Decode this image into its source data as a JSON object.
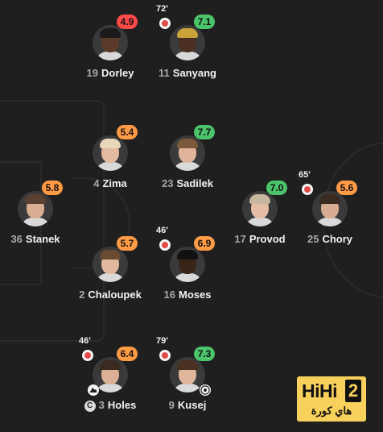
{
  "players": [
    {
      "id": "dorley",
      "number": "19",
      "name": "Dorley",
      "rating": "4.9",
      "rating_color": "#ff4a4a",
      "sub_minute": "",
      "sub": false,
      "captain": false,
      "event": "",
      "skin": "#5b3a2a",
      "hair": "#1a1a1a"
    },
    {
      "id": "sanyang",
      "number": "11",
      "name": "Sanyang",
      "rating": "7.1",
      "rating_color": "#4cc46b",
      "sub_minute": "72'",
      "sub": true,
      "captain": false,
      "event": "",
      "skin": "#4a2e22",
      "hair": "#c9a33a"
    },
    {
      "id": "zima",
      "number": "4",
      "name": "Zima",
      "rating": "5.4",
      "rating_color": "#ff9a45",
      "sub_minute": "",
      "sub": false,
      "captain": false,
      "event": "",
      "skin": "#e3b9a0",
      "hair": "#e7d6b8"
    },
    {
      "id": "sadilek",
      "number": "23",
      "name": "Sadilek",
      "rating": "7.7",
      "rating_color": "#4cc46b",
      "sub_minute": "",
      "sub": false,
      "captain": false,
      "event": "",
      "skin": "#e0b49a",
      "hair": "#7a5a3a"
    },
    {
      "id": "stanek",
      "number": "36",
      "name": "Stanek",
      "rating": "5.8",
      "rating_color": "#ff9a45",
      "sub_minute": "",
      "sub": false,
      "captain": false,
      "event": "",
      "skin": "#d9ad92",
      "hair": "#5a4030"
    },
    {
      "id": "provod",
      "number": "17",
      "name": "Provod",
      "rating": "7.0",
      "rating_color": "#4cc46b",
      "sub_minute": "",
      "sub": false,
      "captain": false,
      "event": "",
      "skin": "#e5bda4",
      "hair": "#c7b7a0"
    },
    {
      "id": "chory",
      "number": "25",
      "name": "Chory",
      "rating": "5.6",
      "rating_color": "#ff9a45",
      "sub_minute": "65'",
      "sub": true,
      "captain": false,
      "event": "",
      "skin": "#d8ac90",
      "hair": "#3b2a20"
    },
    {
      "id": "chaloupek",
      "number": "2",
      "name": "Chaloupek",
      "rating": "5.7",
      "rating_color": "#ff9a45",
      "sub_minute": "",
      "sub": false,
      "captain": false,
      "event": "",
      "skin": "#e2b89f",
      "hair": "#6a4a30"
    },
    {
      "id": "moses",
      "number": "16",
      "name": "Moses",
      "rating": "6.9",
      "rating_color": "#ff9a45",
      "sub_minute": "46'",
      "sub": true,
      "captain": false,
      "event": "",
      "skin": "#3a2418",
      "hair": "#111111"
    },
    {
      "id": "holes",
      "number": "3",
      "name": "Holes",
      "rating": "6.4",
      "rating_color": "#ff9a45",
      "sub_minute": "46'",
      "sub": true,
      "captain": true,
      "event": "boot-icon",
      "skin": "#dcb096",
      "hair": "#3a2a20"
    },
    {
      "id": "kusej",
      "number": "9",
      "name": "Kusej",
      "rating": "7.3",
      "rating_color": "#4cc46b",
      "sub_minute": "79'",
      "sub": true,
      "captain": false,
      "event": "ball-icon",
      "skin": "#e0b69b",
      "hair": "#4a3020"
    }
  ],
  "captain_mark": "C",
  "watermark": {
    "brand": "HiHi",
    "digit": "2",
    "subtitle": "هاي كورة"
  }
}
